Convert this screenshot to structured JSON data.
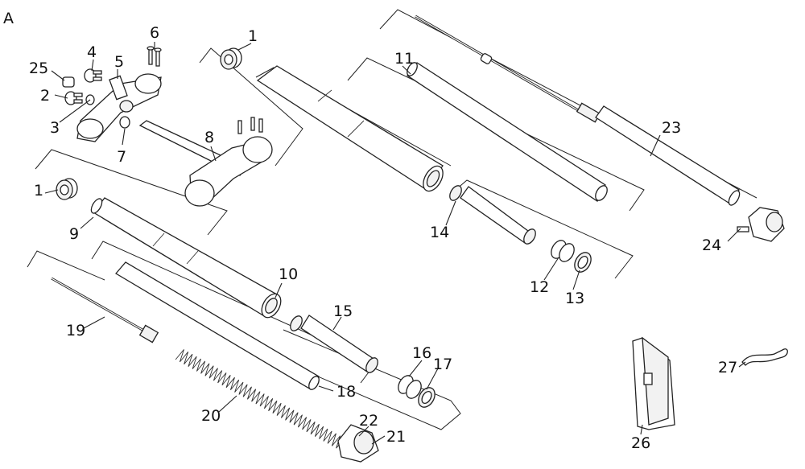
{
  "figure": {
    "panel_letter": "A",
    "part_numbers": {
      "p1a": "1",
      "p1b": "1",
      "p2": "2",
      "p3": "3",
      "p4": "4",
      "p5": "5",
      "p6": "6",
      "p7": "7",
      "p8": "8",
      "p9": "9",
      "p10": "10",
      "p11": "11",
      "p12": "12",
      "p13": "13",
      "p14": "14",
      "p15": "15",
      "p16": "16",
      "p17": "17",
      "p18": "18",
      "p19": "19",
      "p20": "20",
      "p21": "21",
      "p22": "22",
      "p23": "23",
      "p24": "24",
      "p25": "25",
      "p26": "26",
      "p27": "27"
    }
  }
}
